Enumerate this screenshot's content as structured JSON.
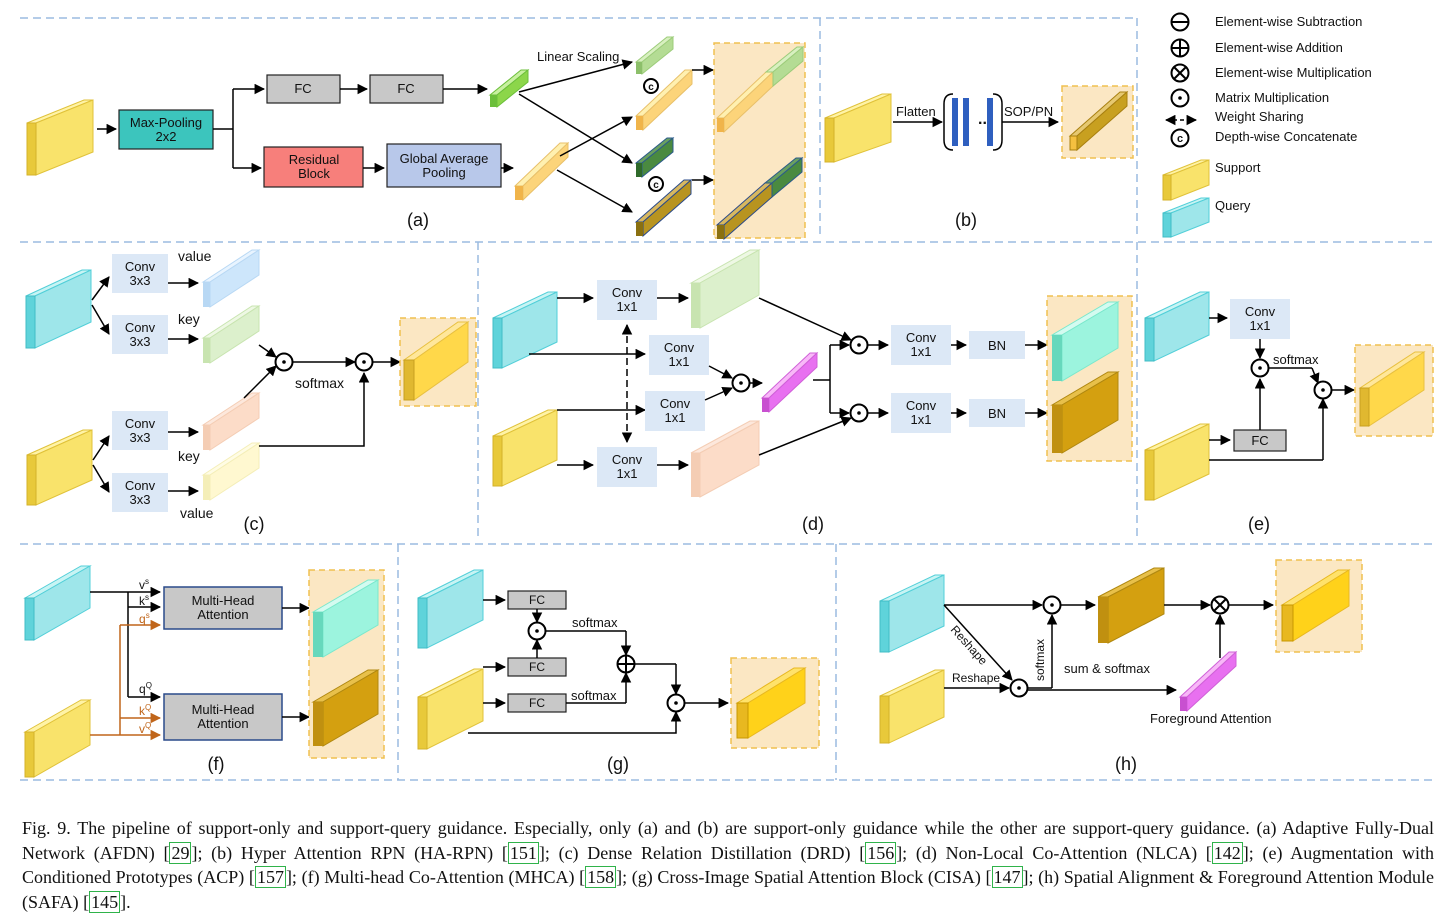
{
  "legend": {
    "subtraction": "Element-wise Subtraction",
    "addition": "Element-wise Addition",
    "multiplication": "Element-wise Multiplication",
    "matrix_mult": "Matrix Multiplication",
    "weight_sharing": "Weight Sharing",
    "concat": "Depth-wise Concatenate",
    "support": "Support",
    "query": "Query"
  },
  "panel_labels": {
    "a": "(a)",
    "b": "(b)",
    "c": "(c)",
    "d": "(d)",
    "e": "(e)",
    "f": "(f)",
    "g": "(g)",
    "h": "(h)"
  },
  "a": {
    "maxpool_1": "Max-Pooling",
    "maxpool_2": "2x2",
    "fc": "FC",
    "residual_1": "Residual",
    "residual_2": "Block",
    "gap_1": "Global Average",
    "gap_2": "Pooling",
    "linear_scaling": "Linear Scaling",
    "concat_symbol": "c"
  },
  "b": {
    "flatten": "Flatten",
    "dots": "...",
    "sop": "SOP/PN"
  },
  "c": {
    "conv_1": "Conv",
    "conv_2": "3x3",
    "value": "value",
    "key": "key",
    "softmax": "softmax"
  },
  "d": {
    "conv_1": "Conv",
    "conv_2": "1x1",
    "bn": "BN"
  },
  "e": {
    "conv_1": "Conv",
    "conv_2": "1x1",
    "softmax": "softmax",
    "fc": "FC"
  },
  "f": {
    "mha_1": "Multi-Head",
    "mha_2": "Attention",
    "v_support": "v",
    "k_support": "k",
    "q_support": "q",
    "q_query": "q",
    "k_query": "k",
    "v_query": "v",
    "sup_s": "s",
    "sup_q": "Q"
  },
  "g": {
    "fc": "FC",
    "softmax": "softmax"
  },
  "h": {
    "reshape": "Reshape",
    "softmax": "softmax",
    "sum_softmax": "sum & softmax",
    "foreground": "Foreground Attention"
  },
  "caption": {
    "p1": "Fig. 9.  The pipeline of support-only and support-query guidance. Especially, only (a) and (b) are support-only guidance while the other are support-query guidance. (a) Adaptive Fully-Dual Network (AFDN) [",
    "r1": "29",
    "p2": "]; (b) Hyper Attention RPN (HA-RPN) [",
    "r2": "151",
    "p3": "]; (c) Dense Relation Distillation (DRD) [",
    "r3": "156",
    "p4": "]; (d) Non-Local Co-Attention (NLCA) [",
    "r4": "142",
    "p5": "]; (e) Augmentation with Conditioned Prototypes (ACP) [",
    "r5": "157",
    "p6": "]; (f) Multi-head Co-Attention (MHCA) [",
    "r6": "158",
    "p7": "]; (g) Cross-Image Spatial Attention Block (CISA) [",
    "r7": "147",
    "p8": "]; (h) Spatial Alignment & Foreground Attention Module (SAFA) [",
    "r8": "145",
    "p9": "]."
  }
}
